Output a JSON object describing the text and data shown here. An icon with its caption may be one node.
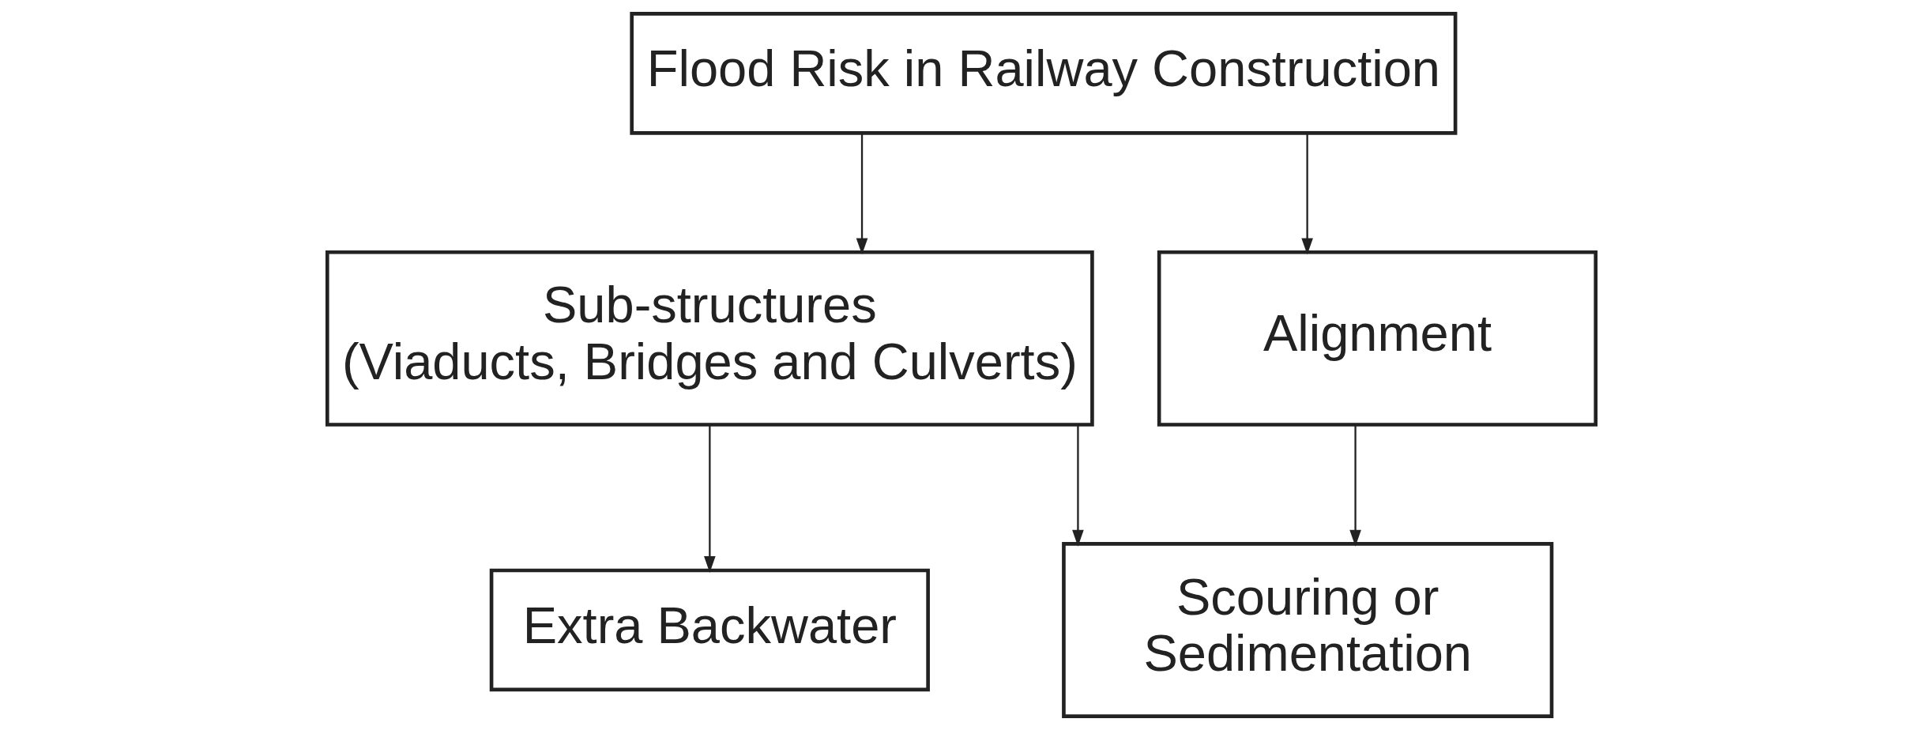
{
  "diagram": {
    "nodes": [
      {
        "text": [
          "Flood Risk in Railway Construction"
        ]
      },
      {
        "text": [
          "Sub-structures (Viaducts, Bridges and Culverts)"
        ]
      },
      {
        "text": [
          "Alignment"
        ]
      },
      {
        "text": [
          "Extra Backwater"
        ]
      },
      {
        "text": [
          "Scouring or Sedimentation"
        ]
      }
    ],
    "edges": [
      {
        "from": 0,
        "to": 1,
        "arrow": "to"
      },
      {
        "from": 0,
        "to": 2,
        "arrow": "to"
      },
      {
        "from": 1,
        "to": 3,
        "arrow": "to"
      },
      {
        "from": 1,
        "to": 4,
        "arrow": "to"
      },
      {
        "from": 2,
        "to": 4,
        "arrow": "to"
      }
    ]
  }
}
